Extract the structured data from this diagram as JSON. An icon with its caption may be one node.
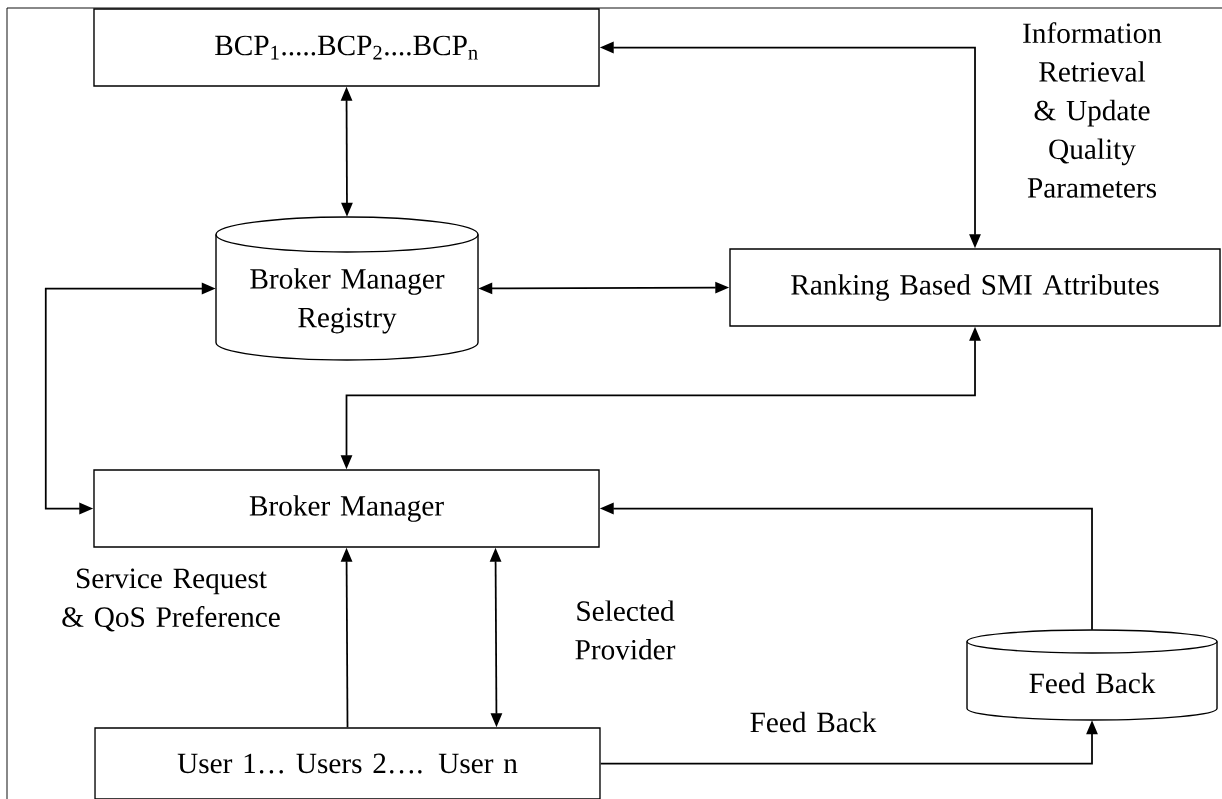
{
  "diagram": {
    "nodes": [
      {
        "text": [
          "BCP$_{1}$.....BCP$_{2}$....BCP$_{n}$"
        ]
      },
      {
        "text": [
          "Broker Manager Registry"
        ]
      },
      {
        "text": [
          "Ranking Based SMI Attributes"
        ]
      },
      {
        "text": [
          "Broker Manager"
        ]
      },
      {
        "text": [
          "User 1… Users 2…. User n"
        ]
      },
      {
        "text": [
          "Feed Back"
        ]
      }
    ],
    "edges": [
      {
        "from": 0,
        "to": 1,
        "arrow": "both"
      },
      {
        "from": 0,
        "to": 2,
        "arrow": "both",
        "label": "Information Retrieval & Update Quality Parameters"
      },
      {
        "from": 1,
        "to": 2,
        "arrow": "both"
      },
      {
        "from": 1,
        "to": 3,
        "arrow": "both"
      },
      {
        "from": 3,
        "to": 2,
        "arrow": "both"
      },
      {
        "from": 4,
        "to": 3,
        "arrow": "to",
        "label": "Service Request & QoS Preference"
      },
      {
        "from": 3,
        "to": 4,
        "arrow": "both",
        "label": "Selected Provider"
      },
      {
        "from": 5,
        "to": 3,
        "arrow": "to"
      },
      {
        "from": 4,
        "to": 5,
        "arrow": "to",
        "label": "Feed Back"
      }
    ]
  }
}
